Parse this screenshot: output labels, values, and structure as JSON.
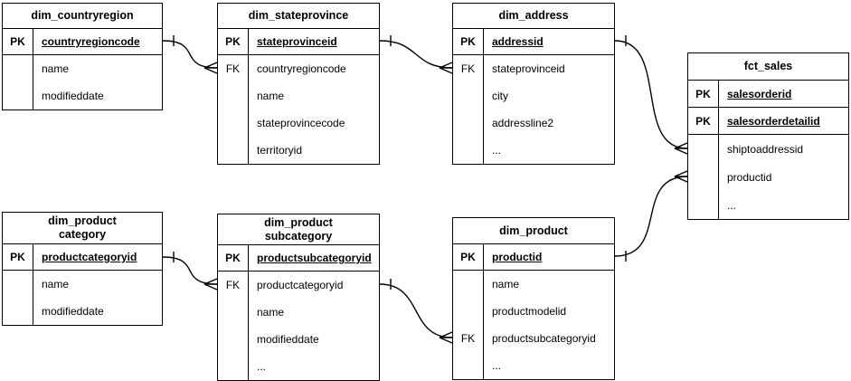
{
  "colors": {
    "background": "#ffffff",
    "line": "#000000",
    "text": "#000000"
  },
  "entities": {
    "countryregion": {
      "title": "dim_countryregion",
      "rows": [
        {
          "key": "PK",
          "field": "countryregioncode"
        },
        {
          "key": "",
          "field": "name"
        },
        {
          "key": "",
          "field": "modifieddate"
        }
      ]
    },
    "stateprovince": {
      "title": "dim_stateprovince",
      "rows": [
        {
          "key": "PK",
          "field": "stateprovinceid"
        },
        {
          "key": "FK",
          "field": "countryregioncode"
        },
        {
          "key": "",
          "field": "name"
        },
        {
          "key": "",
          "field": "stateprovincecode"
        },
        {
          "key": "",
          "field": "territoryid"
        }
      ]
    },
    "address": {
      "title": "dim_address",
      "rows": [
        {
          "key": "PK",
          "field": "addressid"
        },
        {
          "key": "FK",
          "field": "stateprovinceid"
        },
        {
          "key": "",
          "field": "city"
        },
        {
          "key": "",
          "field": "addressline2"
        },
        {
          "key": "",
          "field": "..."
        }
      ]
    },
    "fct_sales": {
      "title": "fct_sales",
      "rows": [
        {
          "key": "PK",
          "field": "salesorderid"
        },
        {
          "key": "PK",
          "field": "salesorderdetailid"
        },
        {
          "key": "",
          "field": "shiptoaddressid"
        },
        {
          "key": "",
          "field": "productid"
        },
        {
          "key": "",
          "field": "..."
        }
      ]
    },
    "product_category": {
      "title": "dim_product\ncategory",
      "rows": [
        {
          "key": "PK",
          "field": "productcategoryid"
        },
        {
          "key": "",
          "field": "name"
        },
        {
          "key": "",
          "field": "modifieddate"
        }
      ]
    },
    "product_subcategory": {
      "title": "dim_product\nsubcategory",
      "rows": [
        {
          "key": "PK",
          "field": "productsubcategoryid"
        },
        {
          "key": "FK",
          "field": "productcategoryid"
        },
        {
          "key": "",
          "field": "name"
        },
        {
          "key": "",
          "field": "modifieddate"
        },
        {
          "key": "",
          "field": "..."
        }
      ]
    },
    "product": {
      "title": "dim_product",
      "rows": [
        {
          "key": "PK",
          "field": "productid"
        },
        {
          "key": "",
          "field": "name"
        },
        {
          "key": "",
          "field": "productmodelid"
        },
        {
          "key": "FK",
          "field": "productsubcategoryid"
        },
        {
          "key": "",
          "field": "..."
        }
      ]
    }
  },
  "relationships": [
    {
      "from_table": "dim_countryregion",
      "from_field": "countryregioncode",
      "to_table": "dim_stateprovince",
      "to_field": "countryregioncode",
      "cardinality": "one-to-many"
    },
    {
      "from_table": "dim_stateprovince",
      "from_field": "stateprovinceid",
      "to_table": "dim_address",
      "to_field": "stateprovinceid",
      "cardinality": "one-to-many"
    },
    {
      "from_table": "dim_address",
      "from_field": "addressid",
      "to_table": "fct_sales",
      "to_field": "shiptoaddressid",
      "cardinality": "one-to-many"
    },
    {
      "from_table": "dim_product",
      "from_field": "productid",
      "to_table": "fct_sales",
      "to_field": "productid",
      "cardinality": "one-to-many"
    },
    {
      "from_table": "dim_product category",
      "from_field": "productcategoryid",
      "to_table": "dim_product subcategory",
      "to_field": "productcategoryid",
      "cardinality": "one-to-many"
    },
    {
      "from_table": "dim_product subcategory",
      "from_field": "productsubcategoryid",
      "to_table": "dim_product",
      "to_field": "productsubcategoryid",
      "cardinality": "one-to-many"
    }
  ]
}
